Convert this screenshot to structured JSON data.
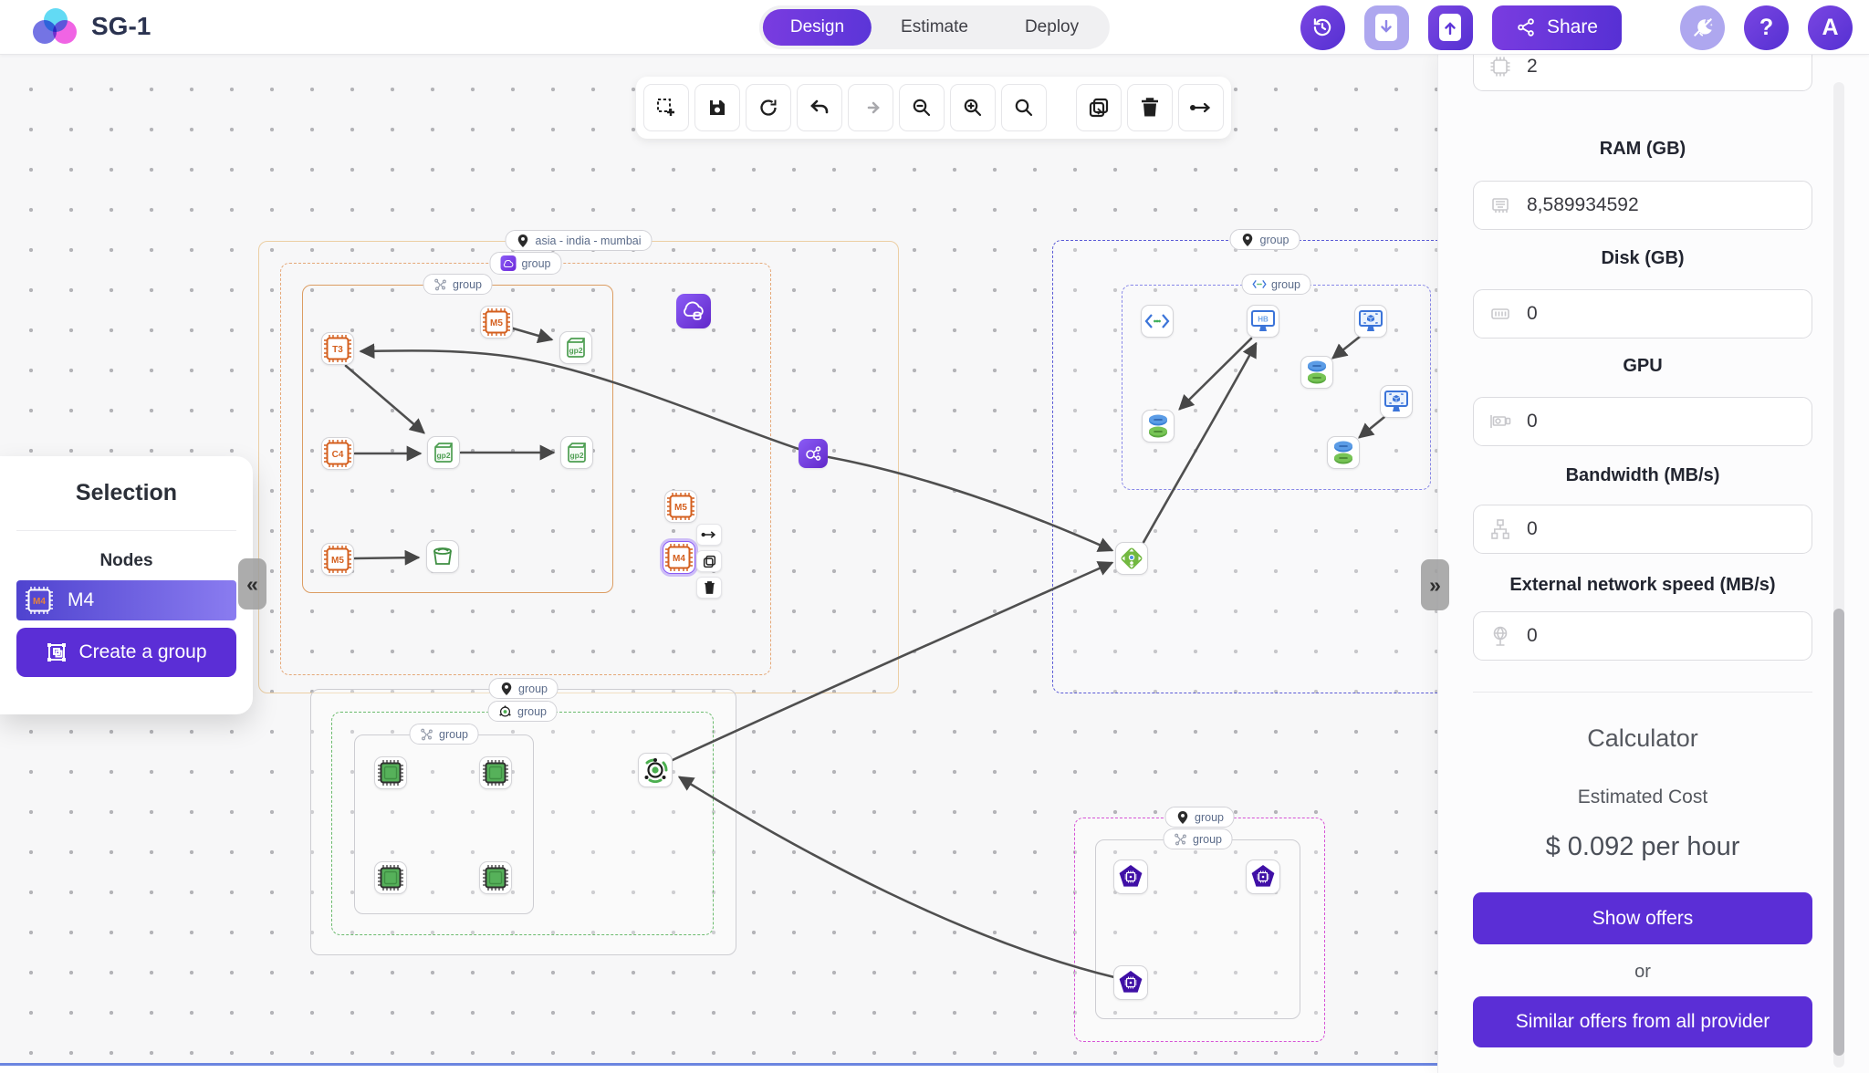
{
  "app": {
    "title": "SG-1"
  },
  "nav": {
    "tabs": [
      {
        "label": "Design",
        "active": true
      },
      {
        "label": "Estimate",
        "active": false
      },
      {
        "label": "Deploy",
        "active": false
      }
    ],
    "share_label": "Share",
    "help_glyph": "?",
    "avatar_initial": "A",
    "action_icons": [
      "history-icon",
      "download-icon",
      "upload-icon",
      "share-icon",
      "theme-toggle-icon",
      "help-icon",
      "avatar"
    ]
  },
  "toolbar": {
    "icons": [
      "select-area",
      "save",
      "refresh",
      "undo",
      "redo",
      "zoom-out",
      "zoom-in",
      "search",
      "duplicate",
      "delete",
      "connection-tool"
    ]
  },
  "selection_panel": {
    "title": "Selection",
    "nodes_heading": "Nodes",
    "m4_label": "M4",
    "create_group_label": "Create a group",
    "collapse_glyph": "«",
    "expand_glyph": "»"
  },
  "right_panel": {
    "fields": {
      "vcpu": {
        "value": "2"
      },
      "ram": {
        "label": "RAM (GB)",
        "value": "8,589934592"
      },
      "disk": {
        "label": "Disk (GB)",
        "value": "0"
      },
      "gpu": {
        "label": "GPU",
        "value": "0"
      },
      "bandwidth": {
        "label": "Bandwidth (MB/s)",
        "value": "0"
      },
      "ext_net": {
        "label": "External network speed (MB/s)",
        "value": "0"
      }
    },
    "calculator": {
      "title": "Calculator",
      "estimated_label": "Estimated Cost",
      "price": "$ 0.092 per hour",
      "show_offers": "Show offers",
      "or": "or",
      "similar_offers": "Similar offers from all provider"
    }
  },
  "canvas": {
    "group_label": "group",
    "region_label": "asia - india - mumbai",
    "node_labels": {
      "t3": "T3",
      "m5": "M5",
      "c4": "C4",
      "m4": "M4",
      "gp2": "gp2",
      "hb": "HB"
    },
    "colors": {
      "accent_purple": "#5b2ed6",
      "orange_node": "#d45f1e",
      "green_node": "#4e9e52",
      "blue_node": "#3b74d9",
      "edge": "#4f4f4f"
    }
  }
}
